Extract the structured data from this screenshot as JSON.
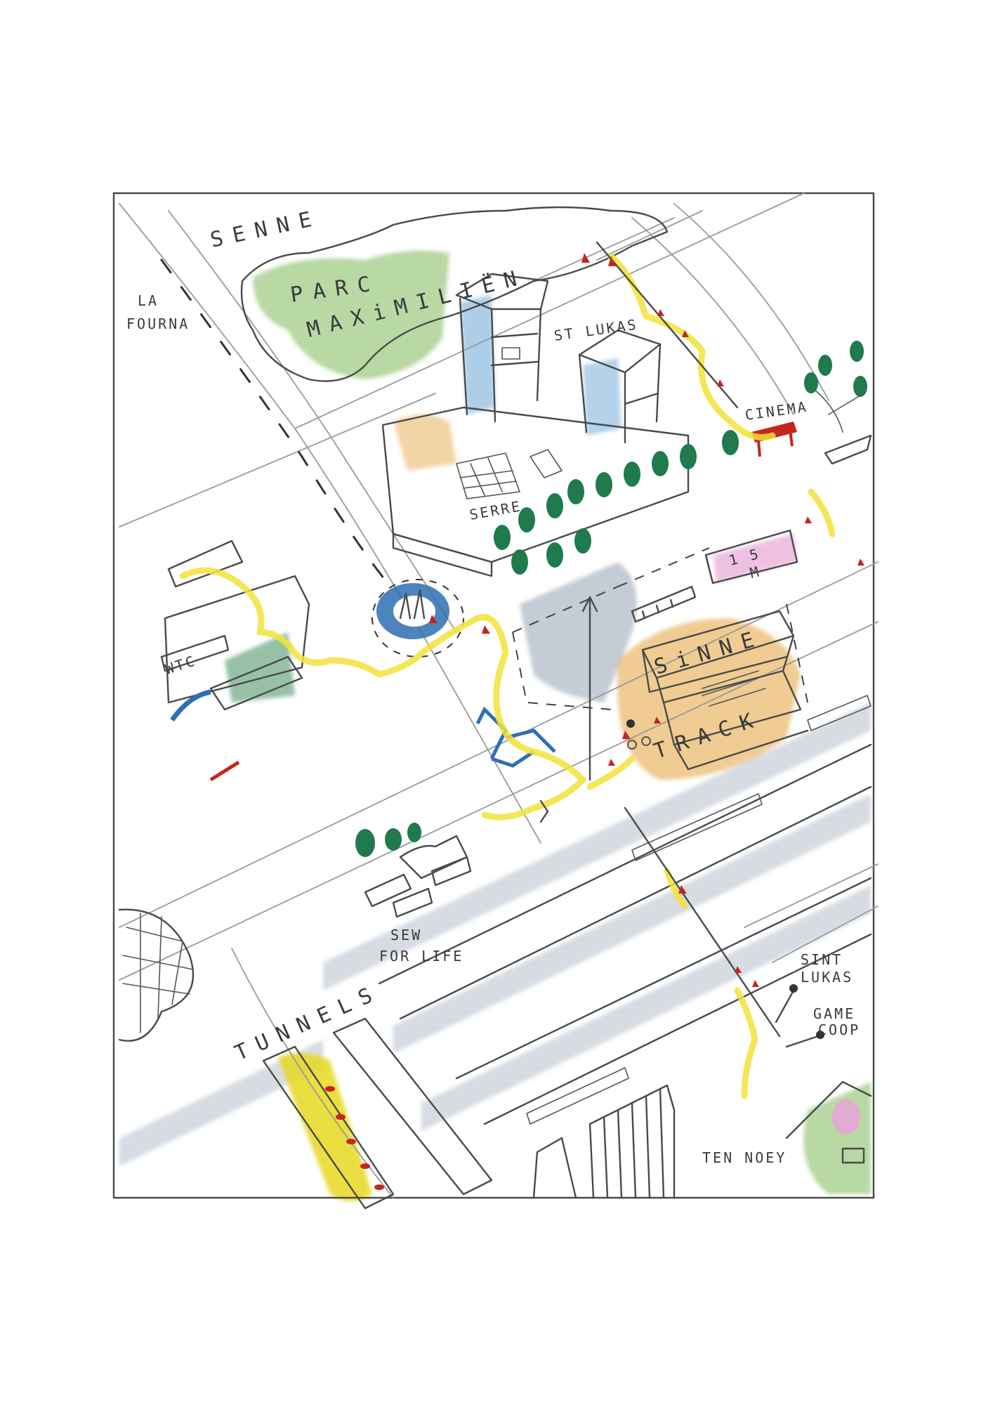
{
  "labels": {
    "senne": "SENNE",
    "parc": "PARC",
    "maximilien": "MAXiMILIËN",
    "la": "LA",
    "fourna": "FOURNA",
    "st_lukas_top": "ST LUKAS",
    "cinema": "CINEMA",
    "serre": "SERRE",
    "wtc": "WTC",
    "m15_1": "1 5",
    "m15_2": "M",
    "sinne": "SiNNE",
    "track": "TRACK",
    "sew": "SEW",
    "for_life": "FOR LIFE",
    "tunnels": "TUNNELS",
    "sint": "SINT",
    "lukas": "LUKAS",
    "game": "GAME",
    "coop": "COOP",
    "ten_noey": "TEN NOEY"
  },
  "colors": {
    "ink": "#4a4a4a",
    "yellow": "#f2e33a",
    "green": "#7db85a",
    "blue": "#2f6fb3",
    "grey_wash": "#8a9aab",
    "orange": "#e3a23a",
    "red": "#c4261d",
    "tree": "#1f7a4c",
    "pink": "#e7a6d6"
  }
}
